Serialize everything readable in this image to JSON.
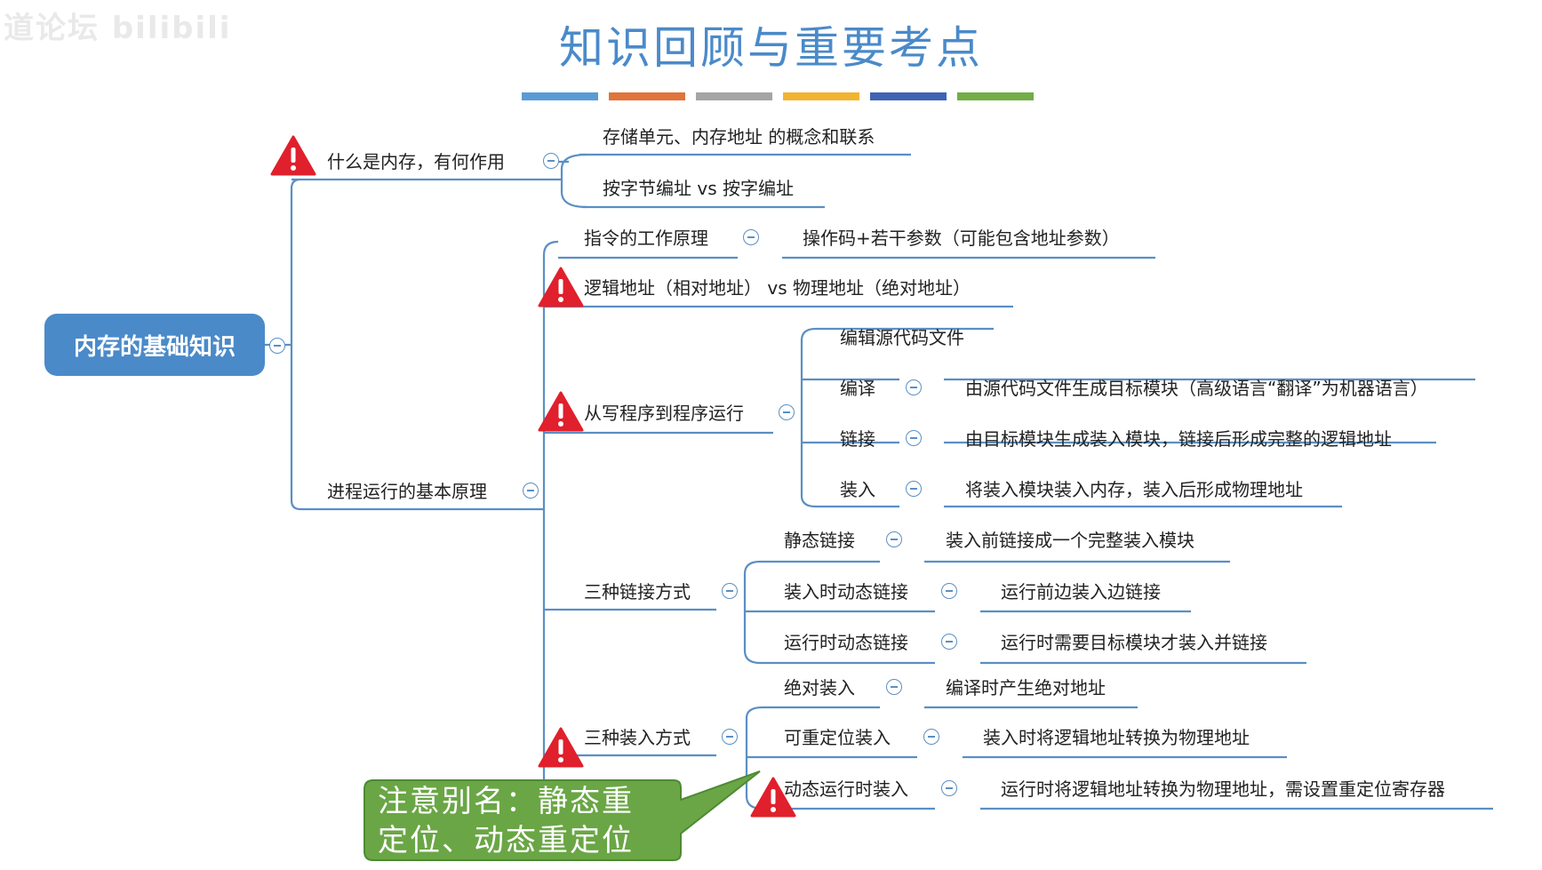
{
  "title": "知识回顾与重要考点",
  "watermark": "道论坛 bilibili",
  "color_bars": [
    "#5b9bd5",
    "#e0743a",
    "#a5a5a5",
    "#f2b330",
    "#3f63b4",
    "#72ad47"
  ],
  "colors": {
    "accent": "#4a8ac9",
    "line": "#5a8fc4",
    "warning": "#e0202c",
    "callout": "#6aa645"
  },
  "root": "内存的基础知识",
  "branches": {
    "what_is_memory": {
      "label": "什么是内存，有何作用",
      "children": [
        "存储单元、内存地址 的概念和联系",
        "按字节编址 vs 按字编址"
      ]
    },
    "process_principles": {
      "label": "进程运行的基本原理",
      "instruction": {
        "label": "指令的工作原理",
        "detail": "操作码+若干参数（可能包含地址参数）"
      },
      "logical_vs_physical": "逻辑地址（相对地址） vs 物理地址（绝对地址）",
      "program_to_run": {
        "label": "从写程序到程序运行",
        "edit": "编辑源代码文件",
        "steps": [
          {
            "label": "编译",
            "detail": "由源代码文件生成目标模块（高级语言“翻译”为机器语言）"
          },
          {
            "label": "链接",
            "detail": "由目标模块生成装入模块，链接后形成完整的逻辑地址"
          },
          {
            "label": "装入",
            "detail": "将装入模块装入内存，装入后形成物理地址"
          }
        ]
      },
      "linking_methods": {
        "label": "三种链接方式",
        "items": [
          {
            "label": "静态链接",
            "detail": "装入前链接成一个完整装入模块"
          },
          {
            "label": "装入时动态链接",
            "detail": "运行前边装入边链接"
          },
          {
            "label": "运行时动态链接",
            "detail": "运行时需要目标模块才装入并链接"
          }
        ]
      },
      "loading_methods": {
        "label": "三种装入方式",
        "items": [
          {
            "label": "绝对装入",
            "detail": "编译时产生绝对地址"
          },
          {
            "label": "可重定位装入",
            "detail": "装入时将逻辑地址转换为物理地址"
          },
          {
            "label": "动态运行时装入",
            "detail": "运行时将逻辑地址转换为物理地址，需设置重定位寄存器"
          }
        ]
      }
    }
  },
  "callout": {
    "line1": "注意别名：静态重",
    "line2": "定位、动态重定位"
  }
}
